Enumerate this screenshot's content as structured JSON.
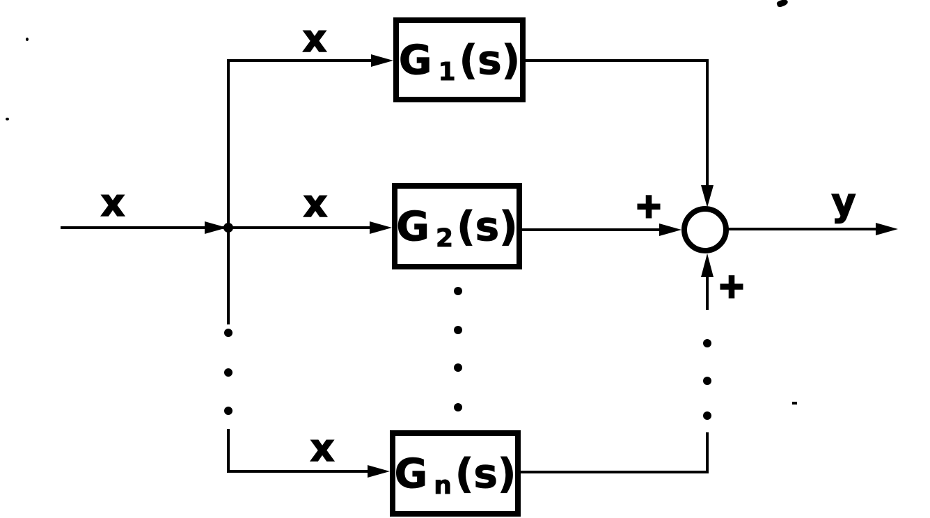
{
  "labels": {
    "input": "x",
    "branch_top": "x",
    "branch_mid": "x",
    "branch_bottom": "x",
    "output": "y",
    "plus_upper": "+",
    "plus_lower": "+"
  },
  "blocks": [
    {
      "base": "G",
      "sub": "1",
      "arg": "(s)"
    },
    {
      "base": "G",
      "sub": "2",
      "arg": "(s)"
    },
    {
      "base": "G",
      "sub": "n",
      "arg": "(s)"
    }
  ],
  "colors": {
    "ink": "#000000",
    "paper": "#ffffff"
  }
}
